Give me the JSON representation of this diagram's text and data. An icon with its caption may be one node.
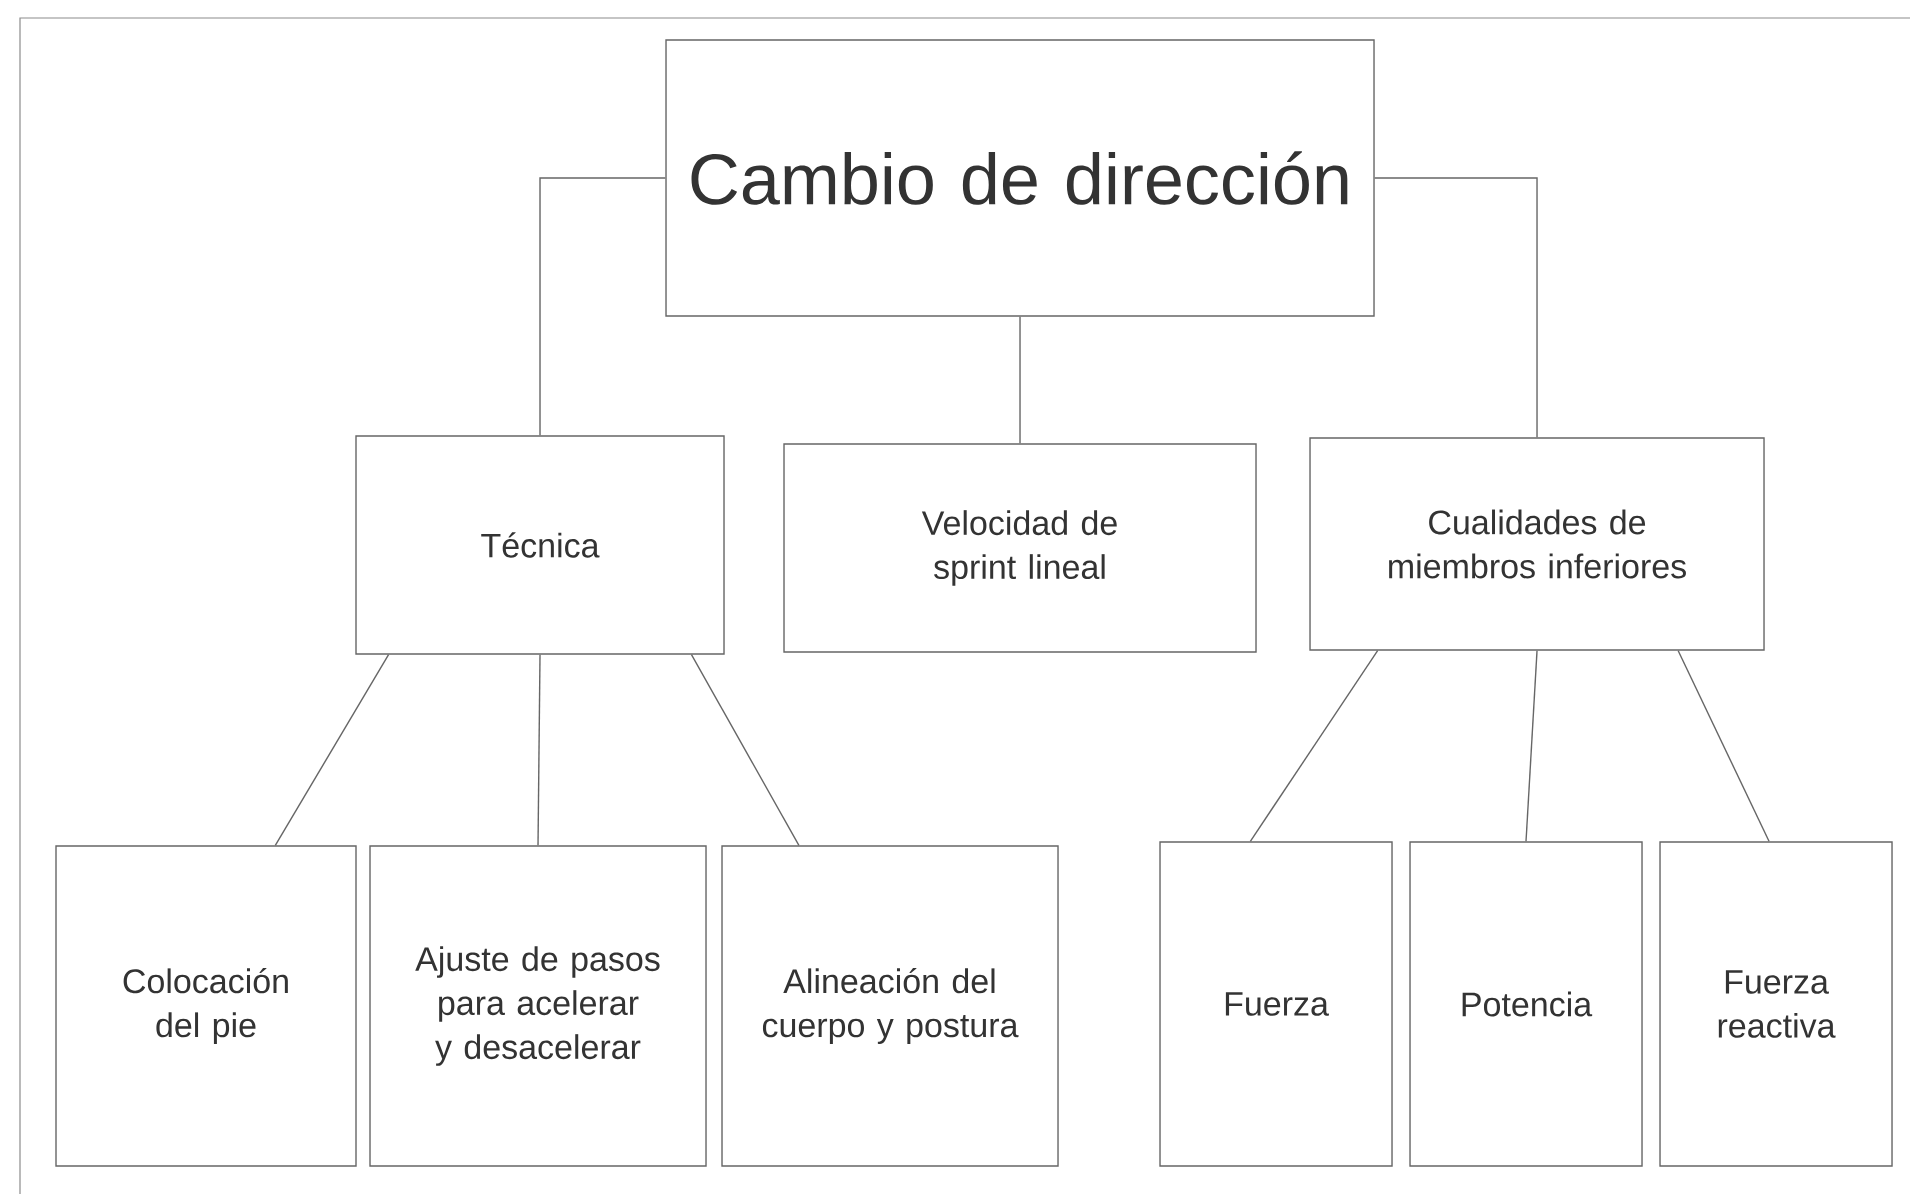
{
  "diagram": {
    "nodes": [
      {
        "text": [
          "Cambio de dirección"
        ]
      },
      {
        "text": [
          "Técnica"
        ]
      },
      {
        "text": [
          "Velocidad de sprint lineal"
        ]
      },
      {
        "text": [
          "Cualidades de miembros inferiores"
        ]
      },
      {
        "text": [
          "Colocación del pie"
        ]
      },
      {
        "text": [
          "Ajuste de pasos para acelerar y desacelerar"
        ]
      },
      {
        "text": [
          "Alineación del cuerpo y postura"
        ]
      },
      {
        "text": [
          "Fuerza"
        ]
      },
      {
        "text": [
          "Potencia"
        ]
      },
      {
        "text": [
          "Fuerza reactiva"
        ]
      }
    ],
    "edges": [
      {
        "from": 0,
        "to": 1,
        "arrow": "none"
      },
      {
        "from": 0,
        "to": 2,
        "arrow": "none"
      },
      {
        "from": 0,
        "to": 3,
        "arrow": "none"
      },
      {
        "from": 1,
        "to": 4,
        "arrow": "none"
      },
      {
        "from": 1,
        "to": 5,
        "arrow": "none"
      },
      {
        "from": 1,
        "to": 6,
        "arrow": "none"
      },
      {
        "from": 3,
        "to": 7,
        "arrow": "none"
      },
      {
        "from": 3,
        "to": 8,
        "arrow": "none"
      },
      {
        "from": 3,
        "to": 9,
        "arrow": "none"
      }
    ]
  }
}
